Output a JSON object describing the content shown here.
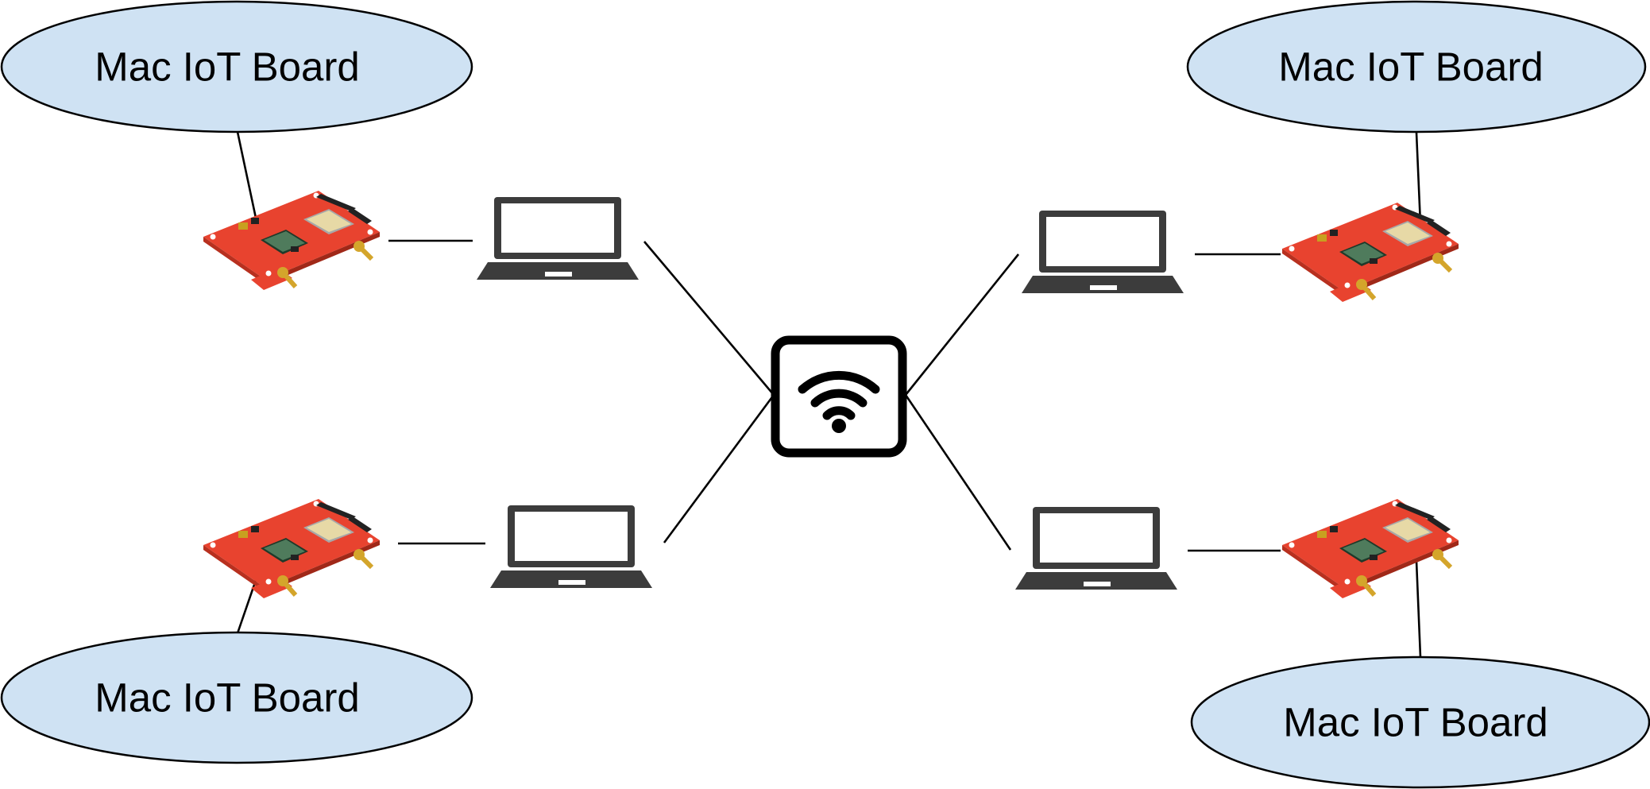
{
  "diagram": {
    "nodes": {
      "label_top_left": "Mac IoT Board",
      "label_bottom_left": "Mac IoT Board",
      "label_top_right": "Mac IoT Board",
      "label_bottom_right": "Mac IoT Board"
    },
    "icons": {
      "hub": "wifi-icon",
      "client": "laptop-icon",
      "device": "iot-board-icon"
    },
    "colors": {
      "ellipse_fill": "#cfe2f3",
      "board_red": "#e8432f",
      "icon_dark": "#3c3c3c",
      "line": "#000000"
    }
  }
}
